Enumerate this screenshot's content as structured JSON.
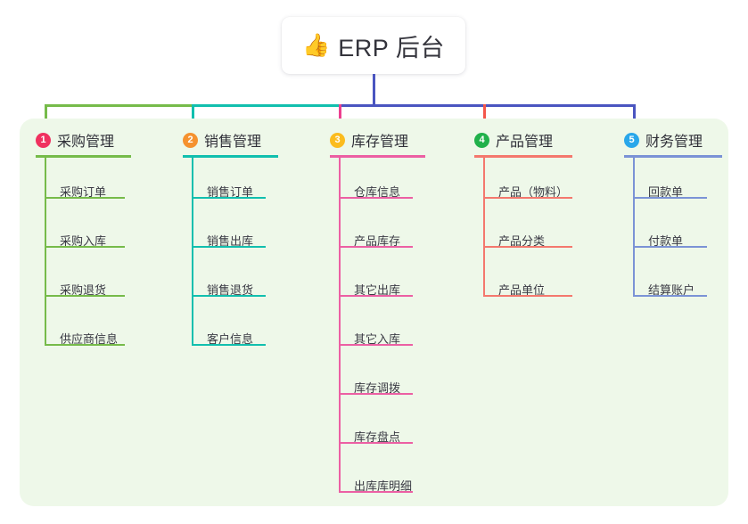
{
  "root": {
    "icon": "thumbs-up-icon",
    "emoji": "👍",
    "title": "ERP 后台"
  },
  "palette": {
    "panel_bg": "#eef8e9",
    "page_bg": "#ffffff",
    "root_stem": "#4a55c0",
    "bus_green": "#76bb4a",
    "bus_teal": "#11bfae",
    "bus_blue": "#4a55c0",
    "text": "#3a3a44"
  },
  "columns": [
    {
      "number": "1",
      "title": "采购管理",
      "badge_color": "#f0315f",
      "line_color": "#76bb4a",
      "drop_color": "#76bb4a",
      "items": [
        {
          "label": "采购订单"
        },
        {
          "label": "采购入库"
        },
        {
          "label": "采购退货"
        },
        {
          "label": "供应商信息"
        }
      ]
    },
    {
      "number": "2",
      "title": "销售管理",
      "badge_color": "#f5922f",
      "line_color": "#11bfae",
      "drop_color": "#11bfae",
      "items": [
        {
          "label": "销售订单"
        },
        {
          "label": "销售出库"
        },
        {
          "label": "销售退货"
        },
        {
          "label": "客户信息"
        }
      ]
    },
    {
      "number": "3",
      "title": "库存管理",
      "badge_color": "#fbbc1e",
      "line_color": "#ec5fa3",
      "drop_color": "#ec3f8f",
      "items": [
        {
          "label": "仓库信息"
        },
        {
          "label": "产品库存"
        },
        {
          "label": "其它出库"
        },
        {
          "label": "其它入库"
        },
        {
          "label": "库存调拨"
        },
        {
          "label": "库存盘点"
        },
        {
          "label": "出库库明细"
        }
      ]
    },
    {
      "number": "4",
      "title": "产品管理",
      "badge_color": "#21b14b",
      "line_color": "#f4786e",
      "drop_color": "#f4564a",
      "items": [
        {
          "label": "产品（物料）"
        },
        {
          "label": "产品分类"
        },
        {
          "label": "产品单位"
        }
      ]
    },
    {
      "number": "5",
      "title": "财务管理",
      "badge_color": "#29a7ea",
      "line_color": "#7b93d6",
      "drop_color": "#4a55c0",
      "items": [
        {
          "label": "回款单"
        },
        {
          "label": "付款单"
        },
        {
          "label": "结算账户"
        }
      ]
    }
  ]
}
